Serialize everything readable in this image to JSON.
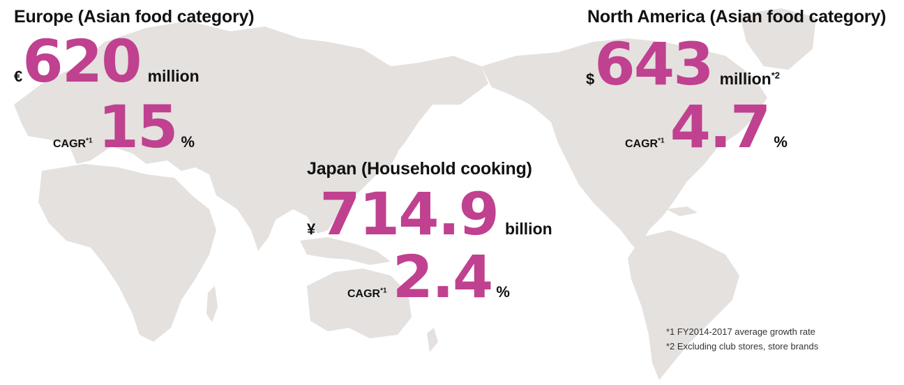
{
  "europe": {
    "title": "Europe (Asian food category)",
    "currency": "€",
    "value": "620",
    "unit": "million",
    "cagr_label": "CAGR",
    "cagr_mark": "*1",
    "cagr_value": "15",
    "cagr_unit": "%"
  },
  "north_america": {
    "title": "North America (Asian food category)",
    "currency": "$",
    "value": "643",
    "unit": "million",
    "unit_mark": "*2",
    "cagr_label": "CAGR",
    "cagr_mark": "*1",
    "cagr_value": "4.7",
    "cagr_unit": "%"
  },
  "japan": {
    "title": "Japan (Household cooking)",
    "currency": "¥",
    "value": "714.9",
    "unit": "billion",
    "cagr_label": "CAGR",
    "cagr_mark": "*1",
    "cagr_value": "2.4",
    "cagr_unit": "%"
  },
  "notes": [
    "*1 FY2014-2017 average growth rate",
    "*2 Excluding club stores, store brands"
  ],
  "colors": {
    "accent": "#c0418f",
    "map": "#e4e1df",
    "text": "#111111"
  }
}
